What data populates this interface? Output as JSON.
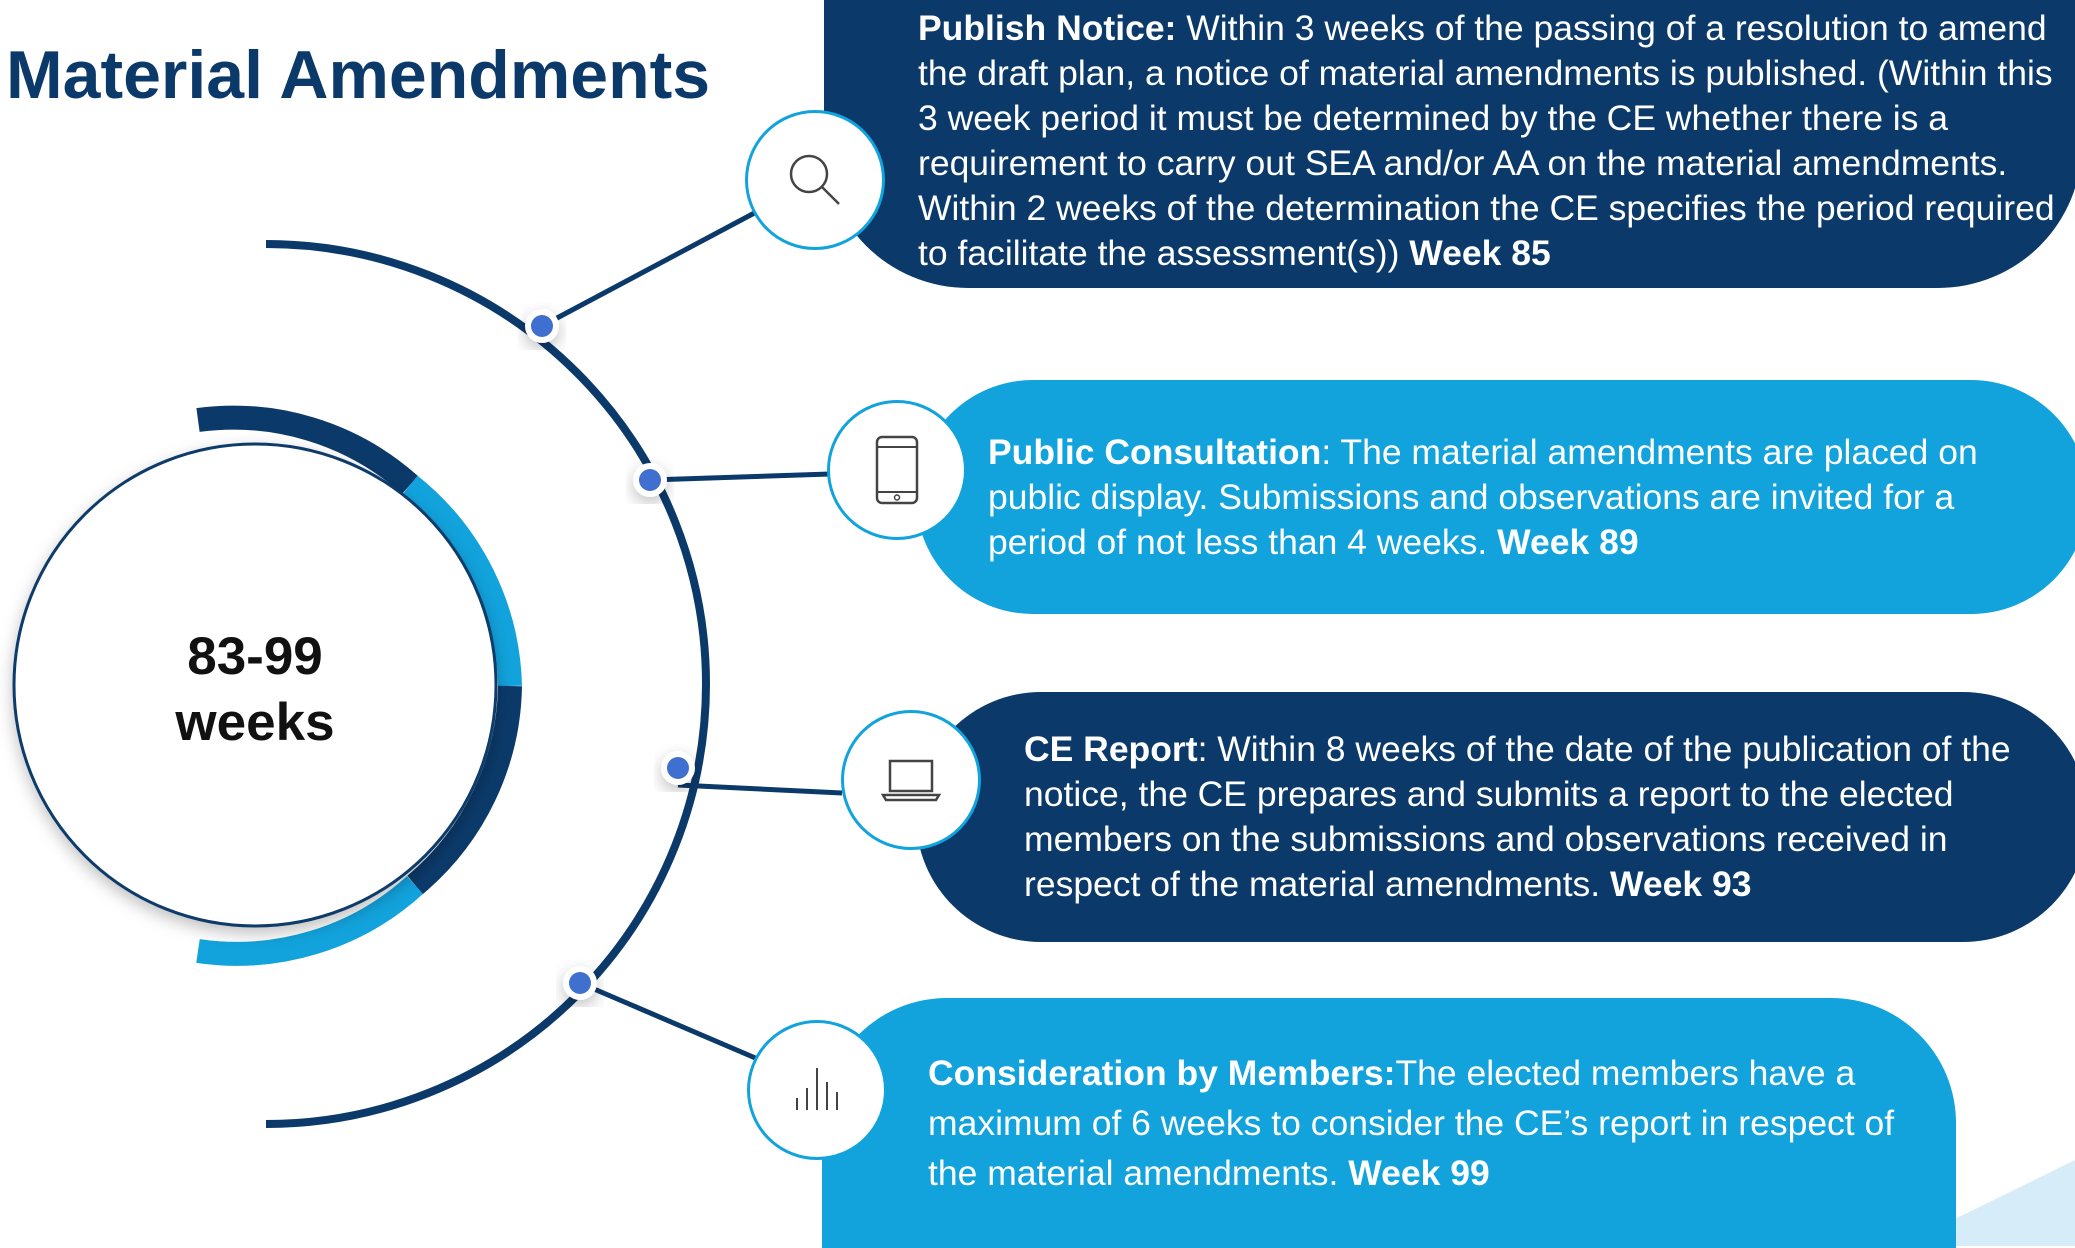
{
  "title": "Material Amendments",
  "center": {
    "line1": "83-99",
    "line2": "weeks"
  },
  "colors": {
    "dark_navy": "#0b3a6a",
    "light_blue": "#12a3dd",
    "dot_blue": "#3f6fcf"
  },
  "steps": [
    {
      "icon": "search-icon",
      "style": "dark",
      "heading": "Publish Notice:",
      "body": " Within 3 weeks of the passing of a resolution to amend the draft plan, a notice of material amendments is published. (Within this 3 week period it must be determined by the CE whether there is a requirement to carry out SEA and/or AA on the material amendments. Within 2 weeks of the determination the CE specifies the period required to facilitate the assessment(s)) ",
      "week": "Week 85"
    },
    {
      "icon": "mobile-phone-icon",
      "style": "light",
      "heading": "Public Consultation",
      "body": ": The material amendments are placed on public display. Submissions and observations are invited for a period of not less than 4 weeks. ",
      "week": "Week 89"
    },
    {
      "icon": "laptop-icon",
      "style": "dark",
      "heading": "CE Report",
      "body": ": Within 8 weeks of the date of the publication of the notice, the CE prepares and submits a report to the elected members on the submissions and observations received in respect of the material amendments. ",
      "week": "Week 93"
    },
    {
      "icon": "bar-chart-icon",
      "style": "light",
      "heading": "Consideration by Members:",
      "body": "The elected members have a maximum of 6 weeks to consider the CE’s report in respect of the material amendments. ",
      "week": "Week 99"
    }
  ]
}
